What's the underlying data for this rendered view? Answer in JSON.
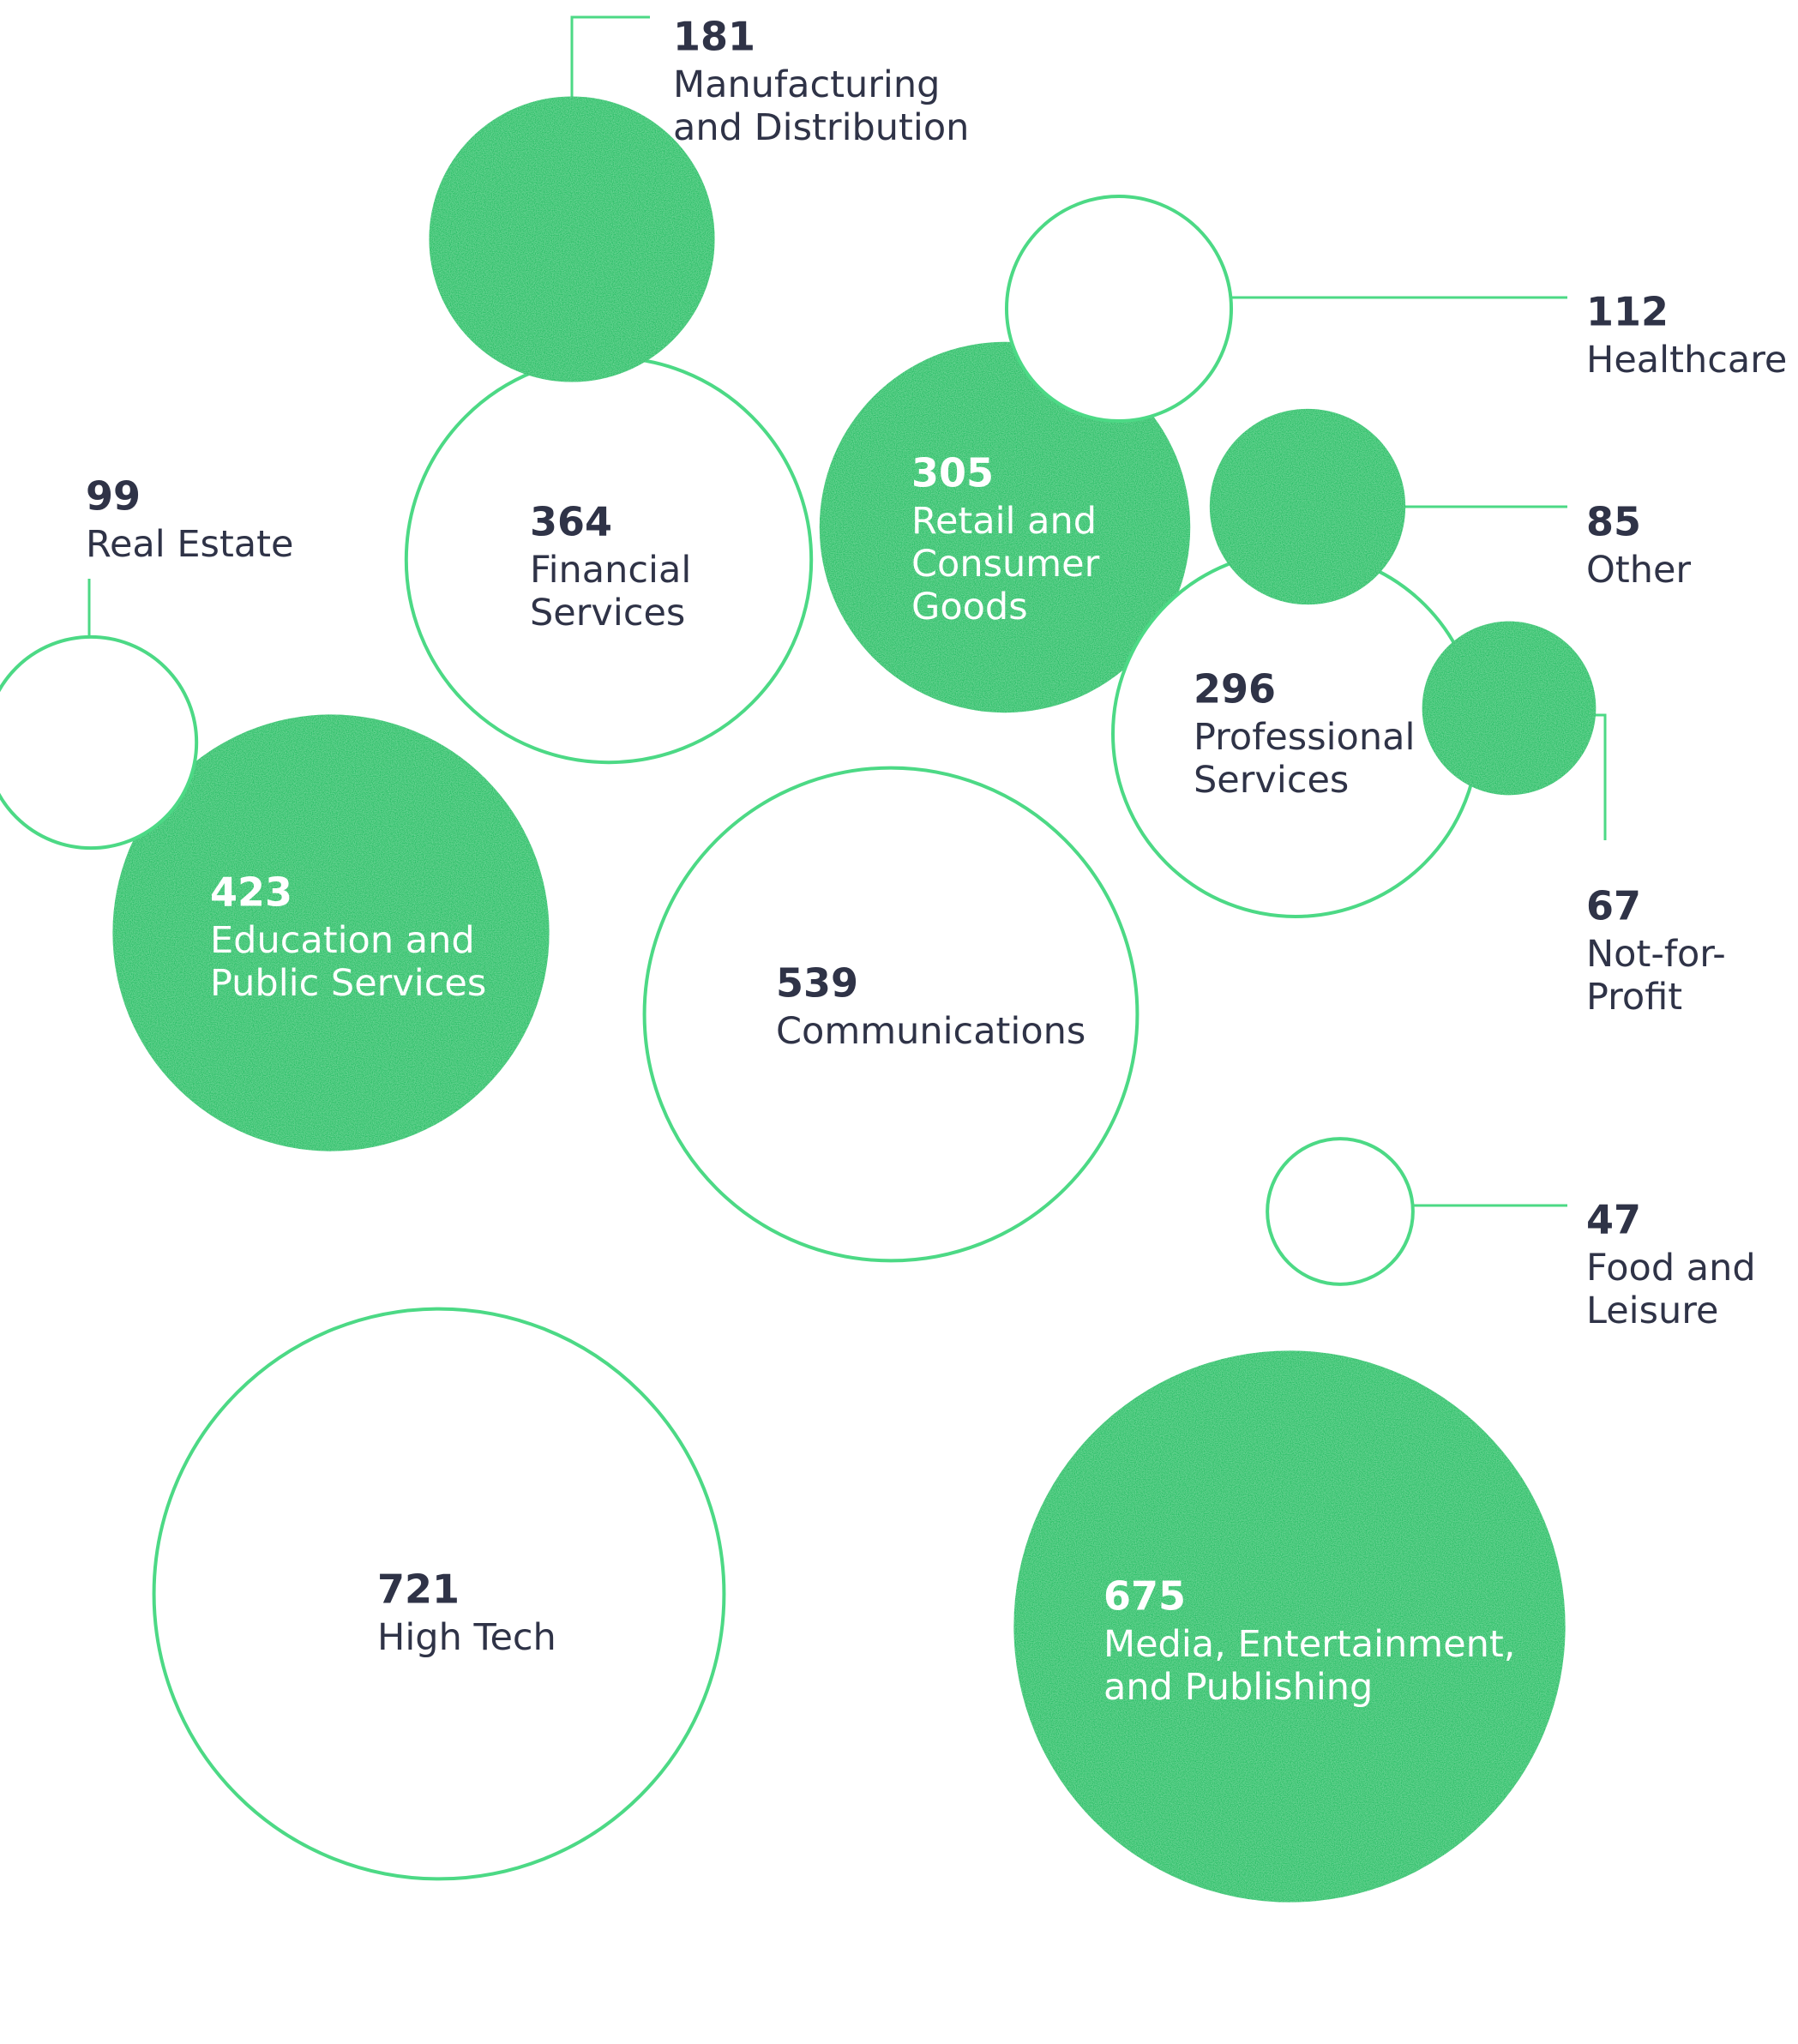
{
  "colors": {
    "accent": "#2ABF68",
    "accent_light": "#3FD27C",
    "outline": "#4CD985",
    "text_dark": "#2F3347",
    "text_light": "#ffffff",
    "background": "#ffffff"
  },
  "chart_data": {
    "type": "bubble",
    "title": "",
    "units": "count",
    "legend": "none",
    "grid": false,
    "items": [
      {
        "value": 181,
        "label": [
          "Manufacturing",
          "and Distribution"
        ],
        "style": "filled",
        "label_position": "outside"
      },
      {
        "value": 112,
        "label": [
          "Healthcare"
        ],
        "style": "outline",
        "label_position": "outside"
      },
      {
        "value": 99,
        "label": [
          "Real Estate"
        ],
        "style": "outline",
        "label_position": "outside"
      },
      {
        "value": 364,
        "label": [
          "Financial",
          "Services"
        ],
        "style": "outline",
        "label_position": "inside"
      },
      {
        "value": 305,
        "label": [
          "Retail and",
          "Consumer",
          "Goods"
        ],
        "style": "filled",
        "label_position": "inside"
      },
      {
        "value": 85,
        "label": [
          "Other"
        ],
        "style": "filled",
        "label_position": "outside"
      },
      {
        "value": 296,
        "label": [
          "Professional",
          "Services"
        ],
        "style": "outline",
        "label_position": "inside"
      },
      {
        "value": 67,
        "label": [
          "Not-for-",
          "Profit"
        ],
        "style": "filled",
        "label_position": "outside"
      },
      {
        "value": 423,
        "label": [
          "Education and",
          "Public Services"
        ],
        "style": "filled",
        "label_position": "inside"
      },
      {
        "value": 539,
        "label": [
          "Communications"
        ],
        "style": "outline",
        "label_position": "inside"
      },
      {
        "value": 47,
        "label": [
          "Food and",
          "Leisure"
        ],
        "style": "outline",
        "label_position": "outside"
      },
      {
        "value": 721,
        "label": [
          "High Tech"
        ],
        "style": "outline",
        "label_position": "inside"
      },
      {
        "value": 675,
        "label": [
          "Media, Entertainment,",
          "and Publishing"
        ],
        "style": "filled",
        "label_position": "inside"
      }
    ]
  }
}
